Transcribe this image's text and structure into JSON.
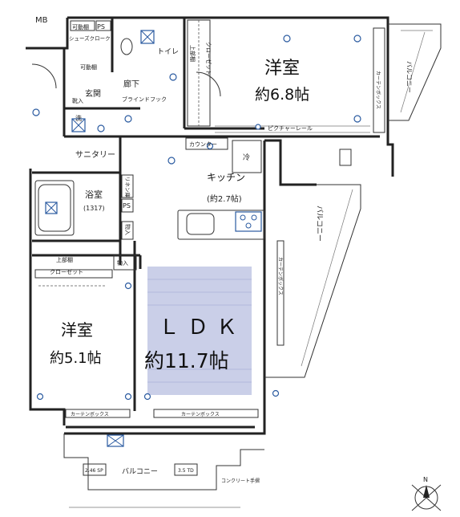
{
  "labels": {
    "mb": "MB",
    "ps_top": "PS",
    "kado_tana": "可動棚",
    "shoes_cl": "シューズクローク",
    "toilet": "トイレ",
    "kado_tana2": "可動棚",
    "closet_top": "クローゼット",
    "ue_tana_top": "上部棚",
    "bedroom1_name": "洋室",
    "bedroom1_size": "約6.8帖",
    "balcony_right": "バルコニー",
    "curtain_box_right": "カーテンボックス",
    "picture_rail": "ピクチャーレール",
    "hallway": "廊下",
    "entrance": "玄関",
    "shoe_box": "靴入",
    "blind_hook": "ブラインドフック",
    "wash": "洗",
    "sanitary": "サニタリー",
    "counter": "カウンター",
    "fridge": "冷",
    "kitchen_name": "キッチン",
    "kitchen_size": "(約2.7帖)",
    "linen": "リネン庫",
    "ps_mid": "PS",
    "storage1": "物入",
    "bath": "浴室",
    "bath_size": "(1317)",
    "balcony_side": "バルコニー",
    "curtain_box_side": "カーテンボックス",
    "ue_tana_mid": "上部棚",
    "closet_mid": "クローゼット",
    "storage2": "物入",
    "bedroom2_name": "洋室",
    "bedroom2_size": "約5.1帖",
    "ldk_name": "ＬＤＫ",
    "ldk_size": "約11.7帖",
    "curtain_box_b1": "カーテンボックス",
    "curtain_box_b2": "カーテンボックス",
    "balcony_bottom": "バルコニー",
    "tag1": "2.46 SP",
    "tag2": "3.5 TD",
    "concrete_rail": "コンクリート手摺",
    "north": "N"
  },
  "colors": {
    "wall": "#222222",
    "fixture": "#2a5aa0",
    "ldk_highlight": "#b8bfe0"
  }
}
